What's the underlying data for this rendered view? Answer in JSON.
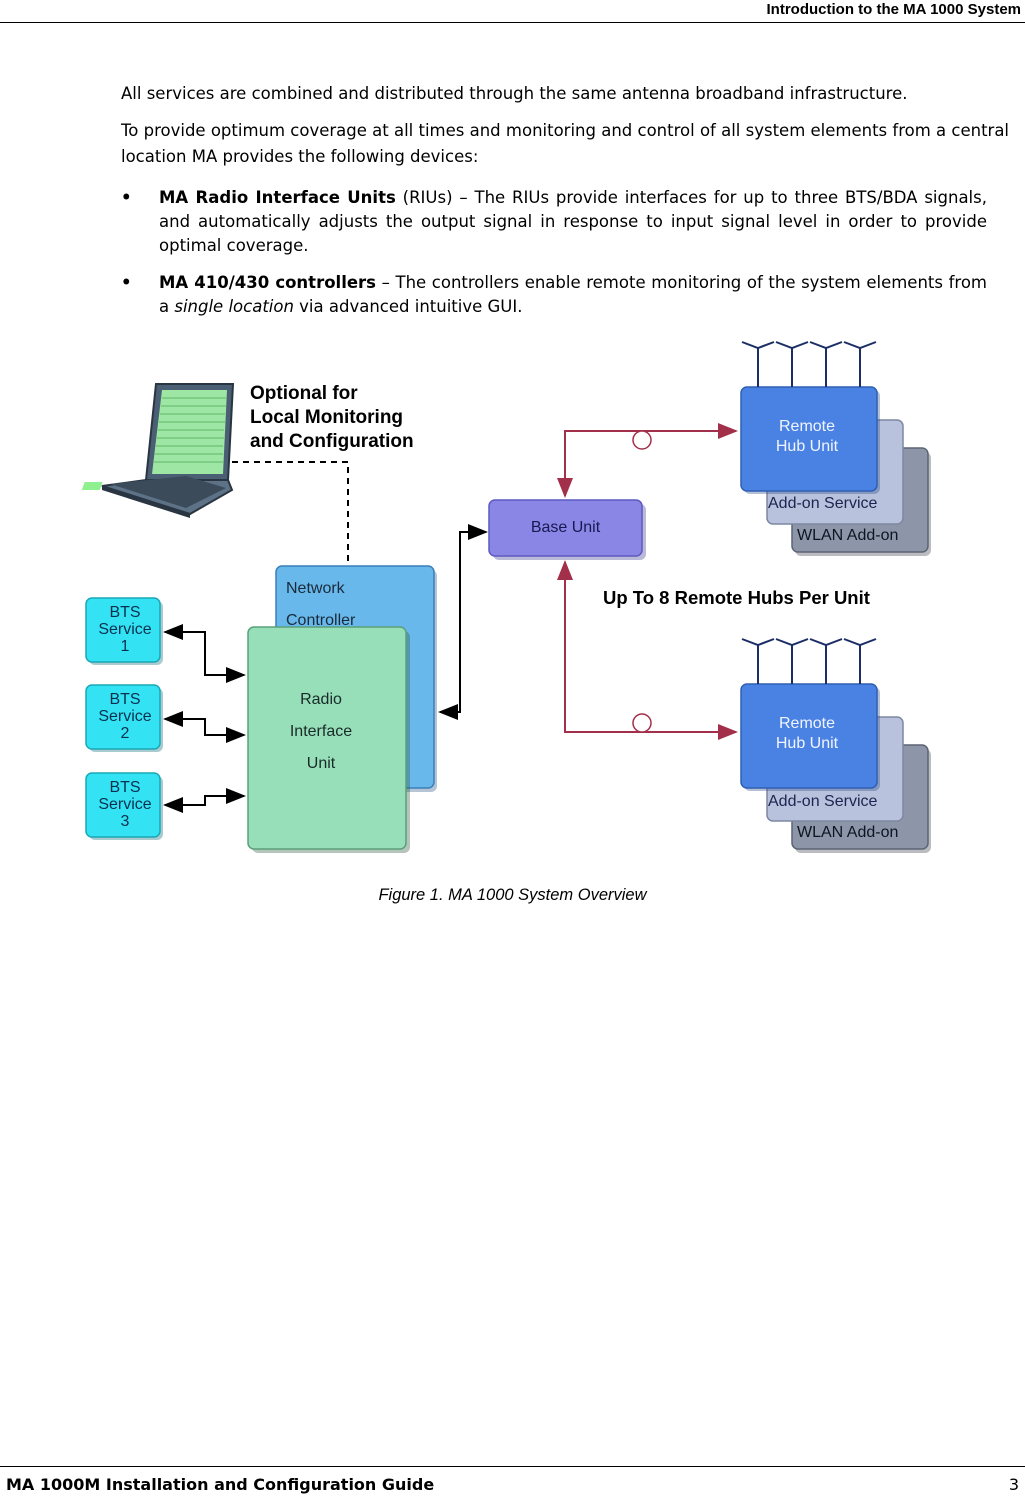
{
  "header": {
    "title": "Introduction to the MA 1000 System"
  },
  "body": {
    "p1": "All services are combined and distributed through the same antenna broadband infrastructure.",
    "p2": "To provide optimum coverage at all times and monitoring and control of all system elements from a central location MA provides the following devices:",
    "bullets": [
      {
        "bold": "MA Radio Interface Units",
        "text": " (RIUs) – The RIUs provide interfaces for up to three BTS/BDA signals, and automatically adjusts the output signal in response to input signal level in order to provide optimal coverage."
      },
      {
        "bold": "MA 410/430 controllers",
        "text_before": " – The controllers enable remote monitoring of the system elements from a ",
        "italic": "single location",
        "text_after": " via advanced intuitive GUI."
      }
    ]
  },
  "diagram": {
    "optional_label_line1": "Optional for",
    "optional_label_line2": "Local Monitoring",
    "optional_label_line3": "and Configuration",
    "base_unit": "Base Unit",
    "network_controller_line1": "Network",
    "network_controller_line2": "Controller",
    "riu_line1": "Radio",
    "riu_line2": "Interface",
    "riu_line3": "Unit",
    "bts": [
      {
        "line1": "BTS",
        "line2": "Service",
        "line3": "1"
      },
      {
        "line1": "BTS",
        "line2": "Service",
        "line3": "2"
      },
      {
        "line1": "BTS",
        "line2": "Service",
        "line3": "3"
      }
    ],
    "remote_hub_line1": "Remote",
    "remote_hub_line2": "Hub Unit",
    "addon_service": "Add-on Service",
    "wlan_addon": "WLAN Add-on",
    "hubs_note": "Up To 8 Remote Hubs Per Unit",
    "colors": {
      "remote_hub": "#4a82e3",
      "addon": "#b8c2dc",
      "wlan": "#8d96a8",
      "base_unit": "#8a86e6",
      "network_controller": "#68b8ec",
      "riu": "#96dfb8",
      "bts": "#33e3f3",
      "link_red": "#a3304a"
    }
  },
  "caption": "Figure 1. MA 1000 System Overview",
  "footer": {
    "title": "MA 1000M Installation and Configuration Guide",
    "page": "3"
  }
}
